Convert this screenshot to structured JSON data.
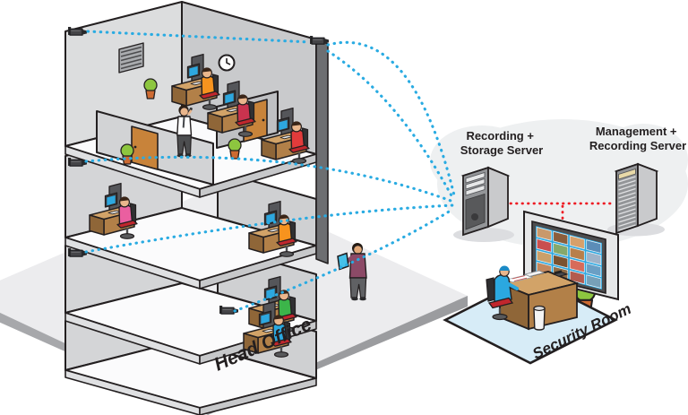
{
  "page": {
    "background": "#ffffff"
  },
  "labels": {
    "head_office": "Head Office",
    "security_room": "Security Room",
    "recording_server": {
      "line1": "Recording +",
      "line2": "Storage Server"
    },
    "management_server": {
      "line1": "Management +",
      "line2": "Recording Server"
    }
  },
  "colors": {
    "page_background": "#ffffff",
    "camera_link_blue": "#29abe2",
    "server_link_red": "#ed1c24",
    "outline": "#231f20",
    "wall_light": "#dcddde",
    "wall_mid": "#c9cacc",
    "wall_dark": "#6d6e71",
    "floor_top": "#fbfbfc",
    "ground": "#ececee",
    "ground_edge": "#a7a8ab",
    "cloud": "#eef0f1",
    "security_floor": "#d7ecf7",
    "screen_blue": "#2da7df",
    "desk_tan": "#d2a368",
    "label_text": "#231f20"
  },
  "building": {
    "name": "Head Office",
    "floors": 4,
    "camera_count": 5
  },
  "cameras": [
    {
      "id": "top-floor-left-camera"
    },
    {
      "id": "top-floor-right-camera"
    },
    {
      "id": "third-floor-camera"
    },
    {
      "id": "second-floor-camera"
    },
    {
      "id": "ground-floor-camera"
    }
  ],
  "workers": [
    {
      "floor": "top",
      "desc": "worker-orange-shirt",
      "shirt": "#f7931e"
    },
    {
      "floor": "top",
      "desc": "worker-crimson-shirt",
      "shirt": "#c9334e"
    },
    {
      "floor": "top",
      "desc": "worker-red-shirt",
      "shirt": "#e23b3b"
    },
    {
      "floor": "third",
      "desc": "worker-pink-shirt",
      "shirt": "#ea5fa0"
    },
    {
      "floor": "third",
      "desc": "worker-orange-shirt",
      "shirt": "#f7931e"
    },
    {
      "floor": "second",
      "desc": "worker-green-shirt",
      "shirt": "#3cb54a"
    },
    {
      "floor": "ground",
      "desc": "worker-blue-shirt",
      "shirt": "#2ba8e0"
    }
  ],
  "video_wall": {
    "rows": 4,
    "cols": 4,
    "thumb_colors": [
      "#c9996b",
      "#8b5e3c",
      "#d7a06b",
      "#5b8db8",
      "#c94f4f",
      "#86a86b",
      "#b87f4a",
      "#9fb3c8",
      "#caa06a",
      "#7a5230",
      "#d76b5a",
      "#6b9fc4",
      "#c2885e",
      "#8f6b45",
      "#b35b4f",
      "#77a0b8"
    ]
  }
}
